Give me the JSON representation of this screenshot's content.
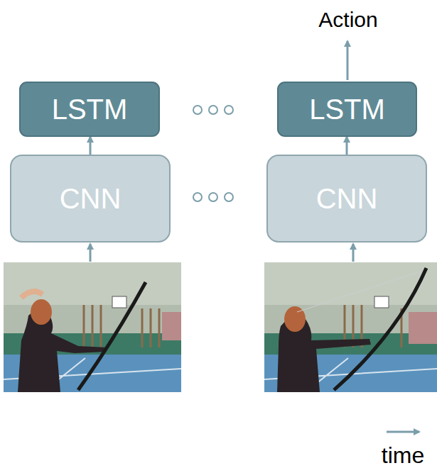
{
  "diagram": {
    "nodes": [
      {
        "text": [
          "LSTM"
        ]
      },
      {
        "text": [
          "LSTM"
        ]
      },
      {
        "text": [
          "CNN"
        ]
      },
      {
        "text": [
          "CNN"
        ]
      }
    ],
    "edges": [
      {
        "from": 2,
        "to": 0,
        "arrow": "to"
      },
      {
        "from": 3,
        "to": 1,
        "arrow": "to"
      }
    ],
    "labels": [
      "Action",
      "time"
    ]
  }
}
